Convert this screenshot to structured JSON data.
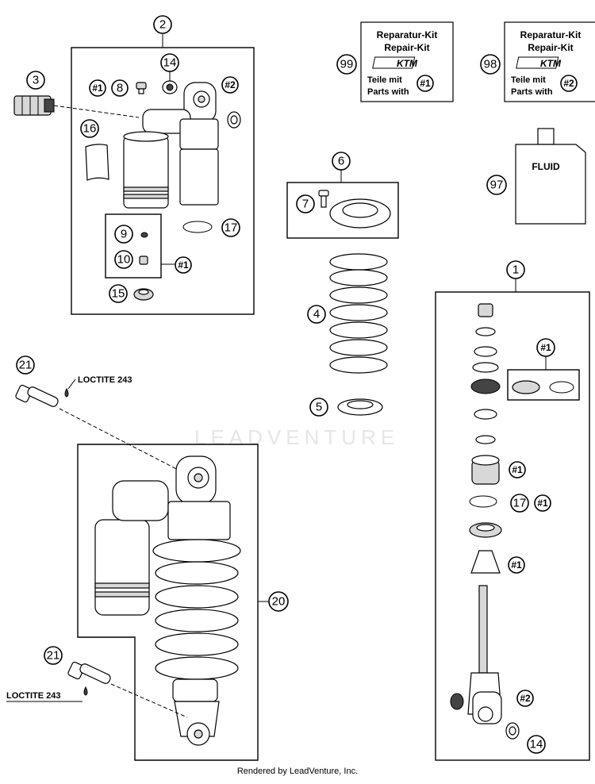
{
  "callouts": {
    "c1": "1",
    "c2": "2",
    "c3": "3",
    "c4": "4",
    "c5": "5",
    "c6": "6",
    "c7": "7",
    "c8": "8",
    "c9": "9",
    "c10": "10",
    "c14a": "14",
    "c14b": "14",
    "c15": "15",
    "c16": "16",
    "c17a": "17",
    "c17b": "17",
    "c20": "20",
    "c21a": "21",
    "c21b": "21",
    "c97": "97",
    "c98": "98",
    "c99": "99"
  },
  "refs": {
    "kit1": "#1",
    "kit2": "#2"
  },
  "kit99": {
    "line1": "Reparatur-Kit",
    "line2": "Repair-Kit",
    "logo": "KTM",
    "line3": "Teile mit",
    "line4": "Parts with",
    "ref": "#1"
  },
  "kit98": {
    "line1": "Reparatur-Kit",
    "line2": "Repair-Kit",
    "logo": "KTM",
    "line3": "Teile mit",
    "line4": "Parts with",
    "ref": "#2"
  },
  "fluid": {
    "label": "FLUID"
  },
  "loctite": {
    "top": "LOCTITE 243",
    "bottom": "LOCTITE 243"
  },
  "watermark": "LEADVENTURE",
  "footer": "Rendered by LeadVenture, Inc."
}
